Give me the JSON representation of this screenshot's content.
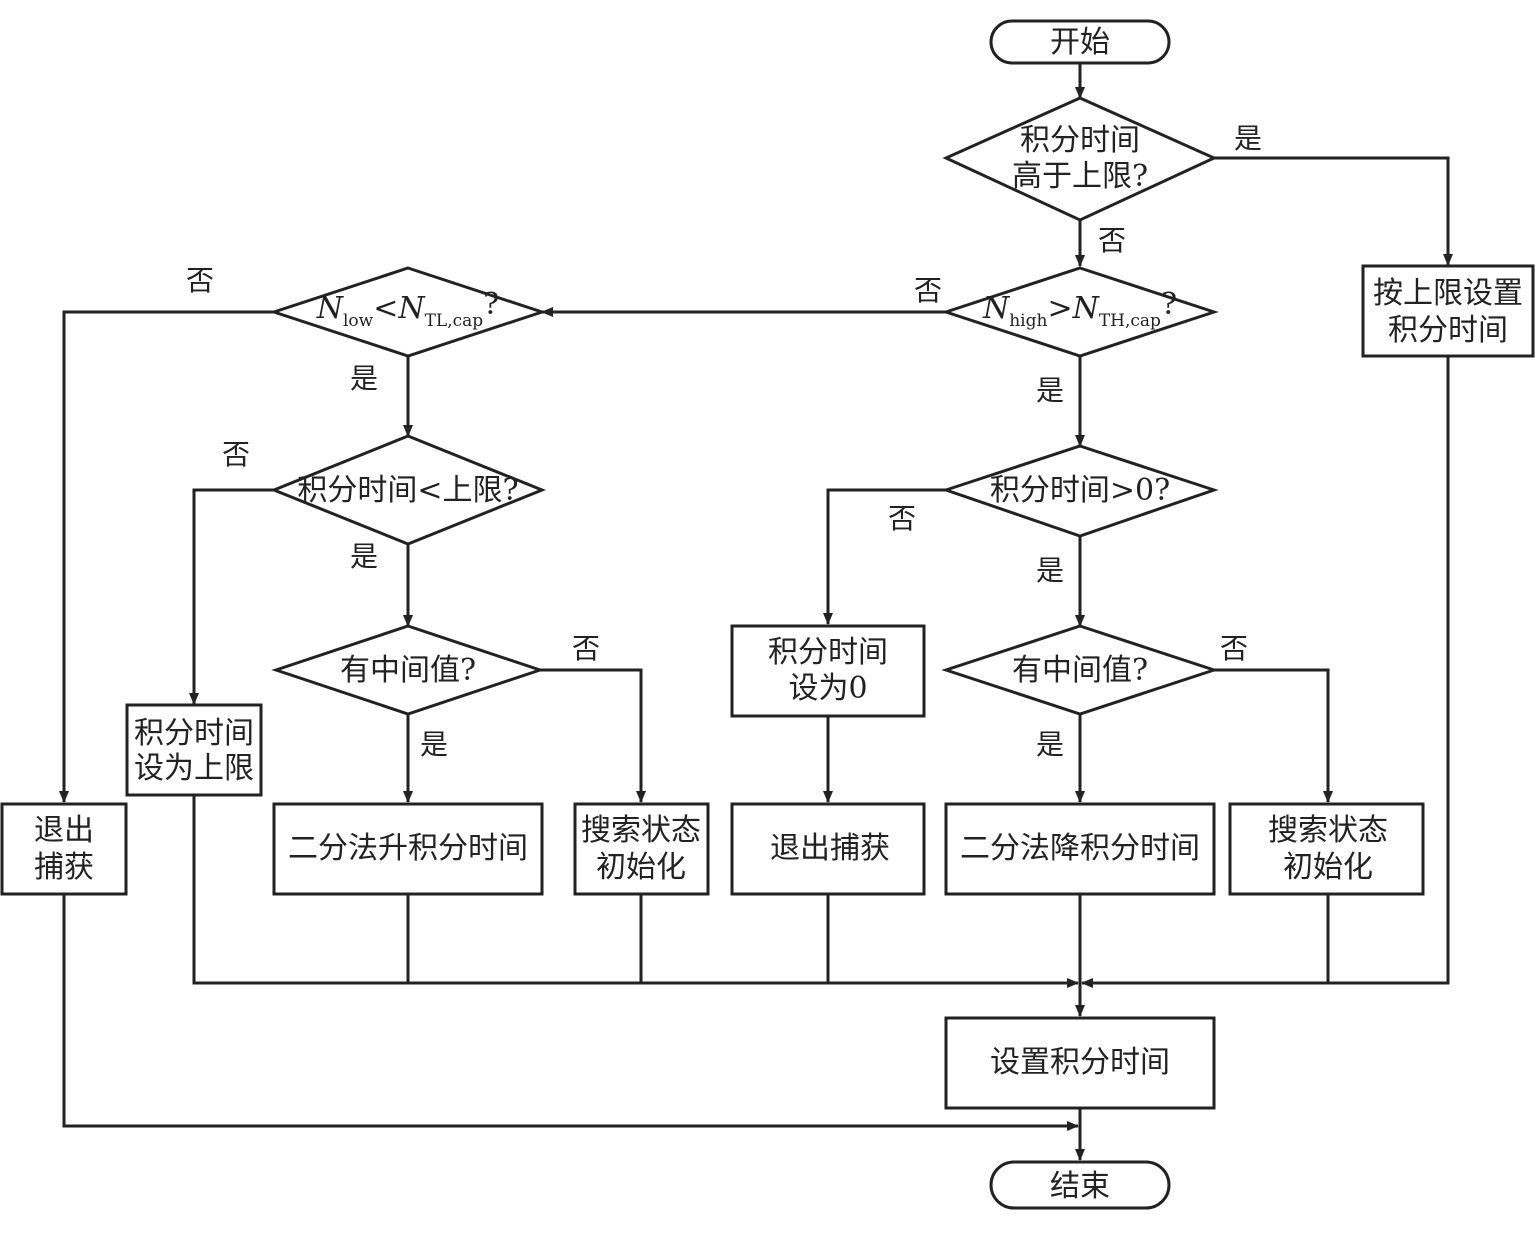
{
  "diagram": {
    "type": "flowchart",
    "nodes": {
      "start": "开始",
      "d_over_upper": [
        "积分时间",
        "高于上限?"
      ],
      "set_by_upper": [
        "按上限设置",
        "积分时间"
      ],
      "d_nhigh": {
        "n": "N",
        "sub1": "high",
        "op": ">",
        "n2": "N",
        "sub2": "TH,cap",
        "q": "?"
      },
      "d_nlow": {
        "n": "N",
        "sub1": "low",
        "op": "<",
        "n2": "N",
        "sub2": "TL,cap",
        "q": "?"
      },
      "d_gt0": "积分时间>0?",
      "d_lt_upper": "积分时间<上限?",
      "set_zero": [
        "积分时间",
        "设为0"
      ],
      "set_upper": [
        "积分时间",
        "设为上限"
      ],
      "d_mid_left": "有中间值?",
      "d_mid_right": "有中间值?",
      "exit_left": [
        "退出",
        "捕获"
      ],
      "bisect_up": "二分法升积分时间",
      "reset_left": [
        "搜索状态",
        "初始化"
      ],
      "exit_mid": "退出捕获",
      "bisect_down": "二分法降积分时间",
      "reset_right": [
        "搜索状态",
        "初始化"
      ],
      "set_time": "设置积分时间",
      "end": "结束"
    },
    "edge_labels": {
      "yes": "是",
      "no": "否"
    }
  }
}
